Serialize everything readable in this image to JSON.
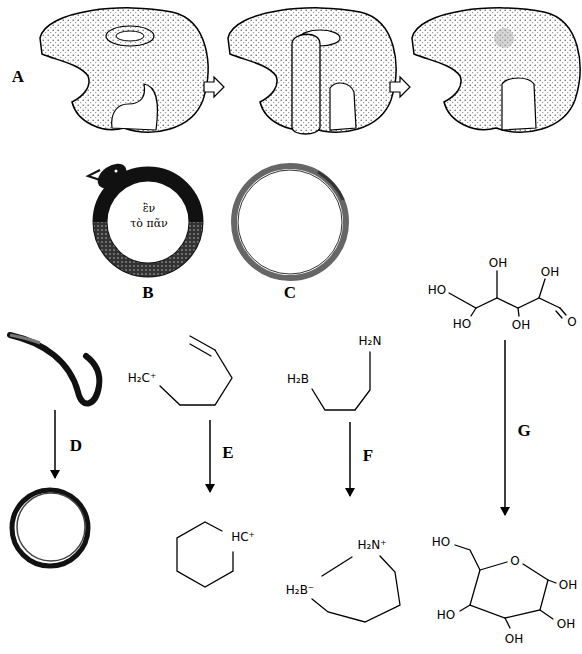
{
  "diagram": {
    "labels": [
      "A",
      "ἓν",
      "τὸ πᾶν",
      "B",
      "C",
      "D",
      "E",
      "F",
      "G",
      "H₂C⁺",
      "HC⁺",
      "H₂N",
      "H₂B",
      "H₂N⁺",
      "H₂B⁻",
      "HO",
      "OH",
      "OH",
      "HO",
      "OH",
      "O",
      "HO",
      "O",
      "OH",
      "HO",
      "OH",
      "OH"
    ]
  }
}
